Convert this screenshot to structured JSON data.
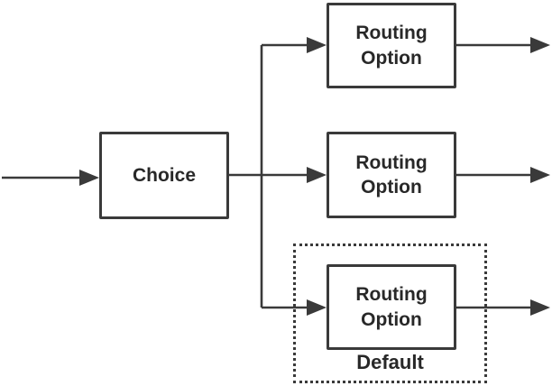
{
  "diagram": {
    "type": "flowchart",
    "choice": {
      "label": "Choice"
    },
    "routing_options": [
      {
        "label": "Routing Option"
      },
      {
        "label": "Routing Option"
      },
      {
        "label": "Routing Option",
        "region_label": "Default"
      }
    ],
    "default_label": "Default",
    "connections": [
      "input -> Choice",
      "Choice -> Routing Option (top)",
      "Choice -> Routing Option (middle)",
      "Choice -> Routing Option (bottom, Default)",
      "Routing Option (top) -> output",
      "Routing Option (middle) -> output",
      "Routing Option (bottom) -> output"
    ],
    "colors": {
      "line": "#3a3a3a",
      "text": "#282828",
      "box_fill": "#ffffff",
      "background": "#ffffff"
    }
  }
}
